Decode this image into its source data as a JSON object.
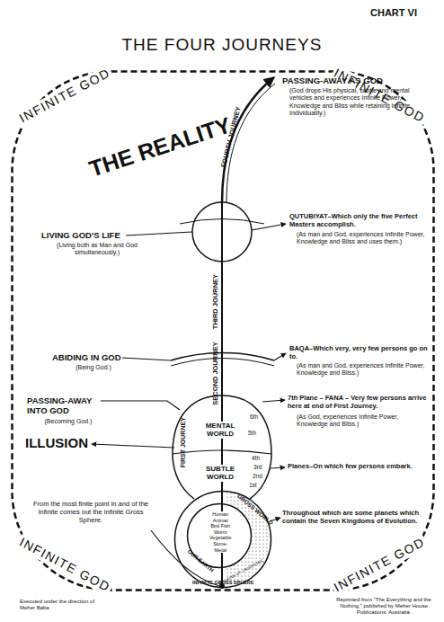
{
  "diagram": {
    "title": "THE FOUR JOURNEYS",
    "nodes": [
      {
        "text": [
          "INFINITE GOD",
          "INFINITE GOD",
          "INFINITE GOD",
          "INFINITE GOD"
        ]
      },
      {
        "text": [
          "MENTAL WORLD",
          "6th",
          "5th"
        ],
        "in": 0
      },
      {
        "text": [
          "SUBTLE WORLD",
          "4th",
          "3rd",
          "2nd",
          "1st"
        ],
        "in": 0
      },
      {
        "text": [
          "GROSS WORLD",
          "MILLIONS OF UNIVERSES",
          "INFINITE GROSS SPHERE"
        ],
        "in": 0
      },
      {
        "text": [
          "OUR EARTH",
          "Human Animal Bird Fish Worm Vegetable Stone-Metal"
        ],
        "in": 3
      }
    ],
    "labels": [
      "CHART VI",
      "THE REALITY",
      "PASSING-AWAY AS GOD",
      "(God drops His physical, subtle and mental vehicles and experiences Infinite Power, Knowledge and Bliss while retaining Infinite Individuality.)",
      "FOURTH JOURNEY",
      "LIVING GOD'S LIFE",
      "(Living both as Man and God simultaneously.)",
      "QUTUBIYAT–Which only the five Perfect Masters accomplish.",
      "(As man and God, experiences Infinite Power, Knowledge and Bliss and uses them.)",
      "THIRD JOURNEY",
      "ABIDING IN GOD",
      "(Being God.)",
      "BAQA–Which very, very few persons go on to.",
      "(As man and God, experiences Infinite Power, Knowledge and Bliss.)",
      "SECOND JOURNEY",
      "PASSING-AWAY INTO GOD",
      "(Becoming God.)",
      "7th Plane – FANA – Very few persons arrive here at end of First Journey.",
      "(As God, experiences Infinite Power, Knowledge and Bliss.)",
      "FIRST JOURNEY",
      "ILLUSION",
      "Planes–On which few persons embark.",
      "From the most finite point in and of the Infinite comes out the infinite Gross Sphere.",
      "Throughout which are some planets which contain the Seven Kingdoms of Evolution.",
      "Executed under the direction of Meher Baba",
      "Reprinted from \"The Everything and the Nothing,\" published by Meher House Publications, Australia."
    ]
  }
}
